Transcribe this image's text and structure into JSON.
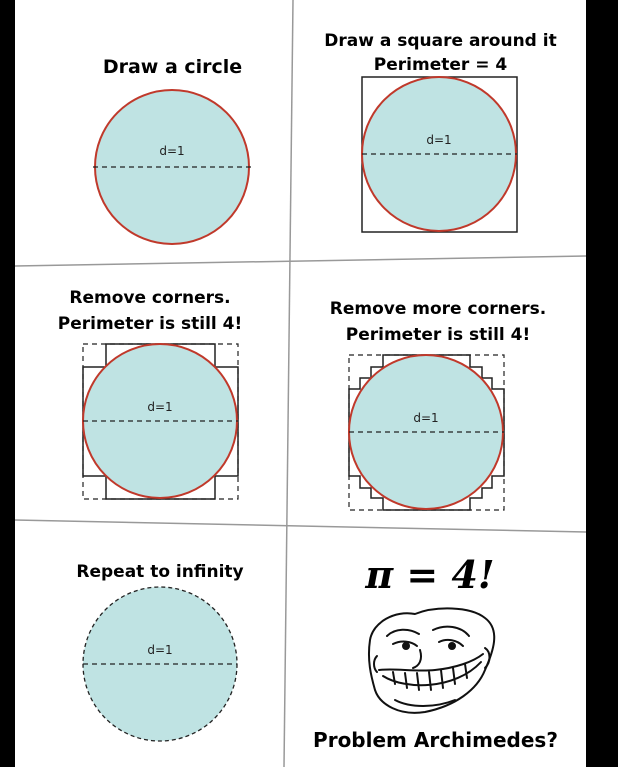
{
  "panels": {
    "p1": {
      "title": "Draw a circle",
      "diameter_label": "d=1"
    },
    "p2": {
      "title_line1": "Draw a square around it",
      "title_line2": "Perimeter = 4",
      "diameter_label": "d=1"
    },
    "p3": {
      "title_line1": "Remove corners.",
      "title_line2": "Perimeter is still 4!",
      "diameter_label": "d=1"
    },
    "p4": {
      "title_line1": "Remove more corners.",
      "title_line2": "Perimeter is still 4!",
      "diameter_label": "d=1"
    },
    "p5": {
      "title": "Repeat to infinity",
      "diameter_label": "d=1"
    },
    "p6": {
      "headline": "π = 4!",
      "caption": "Problem Archimedes?",
      "face": "trollface-icon"
    }
  },
  "colors": {
    "circle_fill": "#bfe3e3",
    "circle_stroke": "#c0392b",
    "grid_line": "#9a9a9a",
    "background": "#000000",
    "panel": "#ffffff"
  }
}
